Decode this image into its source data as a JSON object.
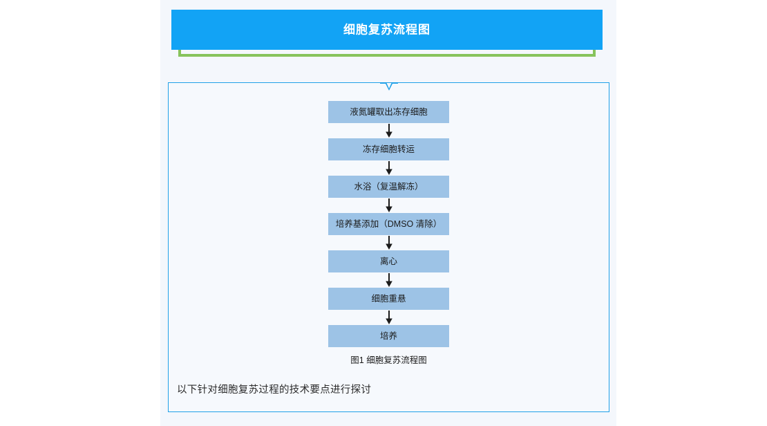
{
  "page": {
    "background_color": "#ffffff",
    "panel_color": "#f4f7fc"
  },
  "header": {
    "title": "细胞复苏流程图",
    "banner_color": "#12a3f5",
    "accent_color": "#87c35c",
    "title_color": "#ffffff"
  },
  "content": {
    "border_color": "#1fa0e8",
    "background_color": "#f6f9fd"
  },
  "flowchart": {
    "node_color": "#9dc3e6",
    "node_text_color": "#1b1b1b",
    "arrow_color": "#1b1b1b",
    "nodes": [
      {
        "label": "液氮罐取出冻存细胞"
      },
      {
        "label": "冻存细胞转运"
      },
      {
        "label": "水浴（复温解冻）"
      },
      {
        "label": "培养基添加（DMSO 清除）"
      },
      {
        "label": "离心"
      },
      {
        "label": "细胞重悬"
      },
      {
        "label": "培养"
      }
    ],
    "caption": "图1 细胞复苏流程图"
  },
  "body": {
    "paragraph": "以下针对细胞复苏过程的技术要点进行探讨"
  }
}
